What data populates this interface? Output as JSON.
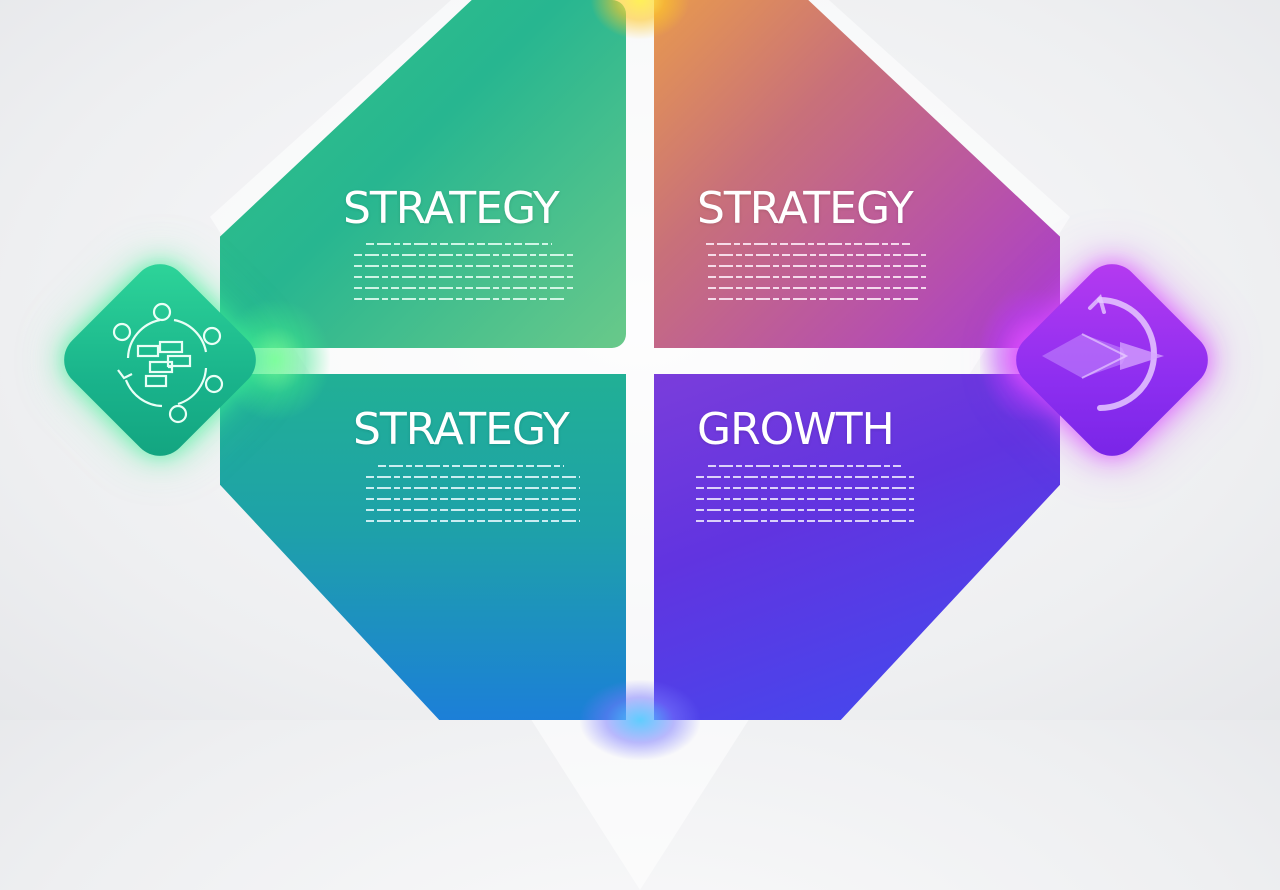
{
  "diagram": {
    "quadrants": [
      {
        "id": "top-left",
        "title": "STRATEGY"
      },
      {
        "id": "top-right",
        "title": "STRATEGY"
      },
      {
        "id": "bottom-left",
        "title": "STRATEGY"
      },
      {
        "id": "bottom-right",
        "title": "GROWTH"
      }
    ],
    "icons": {
      "left": "network-cycle-icon",
      "right": "arrow-arc-icon"
    },
    "colors": {
      "top_left": "#33c486",
      "top_right": "#b64fae",
      "bottom_left": "#1c7fd8",
      "bottom_right": "#6134e0",
      "left_badge": "#19b38b",
      "right_badge": "#8d2ef0"
    }
  }
}
